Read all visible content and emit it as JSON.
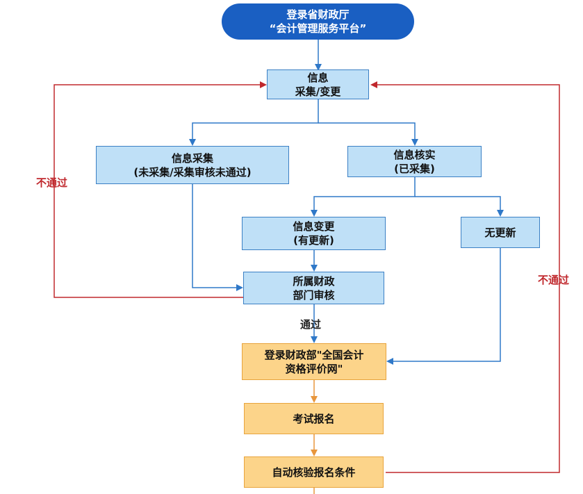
{
  "nodes": {
    "start": {
      "line1": "登录省财政厅",
      "line2": "“会计管理服务平台”"
    },
    "info": {
      "line1": "信息",
      "line2": "采集/变更"
    },
    "collect": {
      "line1": "信息采集",
      "line2": "(未采集/采集审核未通过)"
    },
    "verify": {
      "line1": "信息核实",
      "line2": "(已采集)"
    },
    "change": {
      "line1": "信息变更",
      "line2": "(有更新)"
    },
    "noupdate": {
      "line1": "无更新"
    },
    "review": {
      "line1": "所属财政",
      "line2": "部门审核"
    },
    "login": {
      "line1": "登录财政部\"全国会计",
      "line2": "资格评价网\""
    },
    "register": {
      "line1": "考试报名"
    },
    "check": {
      "line1": "自动核验报名条件"
    }
  },
  "labels": {
    "fail_left": "不通过",
    "fail_right": "不通过",
    "pass": "通过"
  },
  "colors": {
    "blue_arrow": "#2f78c8",
    "red_arrow": "#c0282d",
    "orange_arrow": "#e8963c"
  }
}
